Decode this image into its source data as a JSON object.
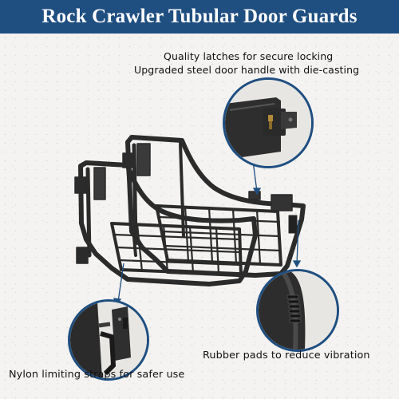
{
  "banner": {
    "title": "Rock Crawler Tubular Door Guards",
    "background": "#1f4e80",
    "text_color": "#ffffff"
  },
  "callouts": {
    "latches_line1": "Quality latches for secure locking",
    "latches_line2": "Upgraded steel door handle with die-casting",
    "rubber_pads": "Rubber pads to reduce vibration",
    "nylon_straps": "Nylon limiting straps for safer use"
  },
  "colors": {
    "accent": "#1f4e80",
    "product": "#2b2b2b",
    "background": "#f4f3f1"
  }
}
